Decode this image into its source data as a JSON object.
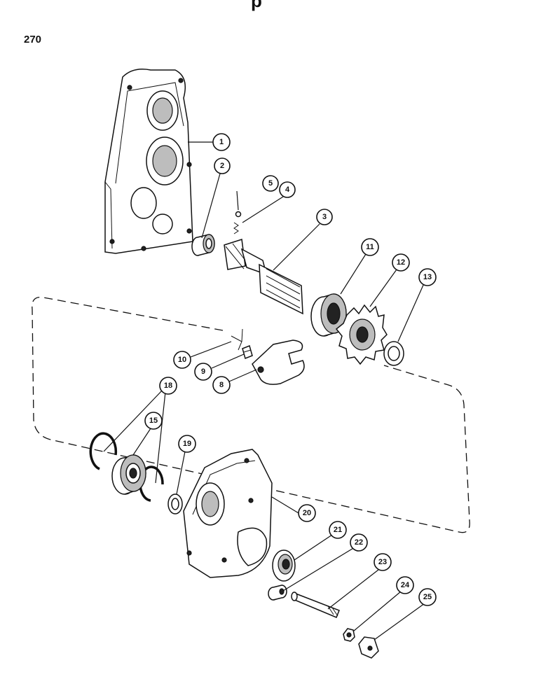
{
  "page": {
    "number": "270",
    "header_fragment": "p"
  },
  "callouts": [
    {
      "id": "1",
      "label": "1"
    },
    {
      "id": "2",
      "label": "2"
    },
    {
      "id": "3",
      "label": "3"
    },
    {
      "id": "4",
      "label": "4"
    },
    {
      "id": "5",
      "label": "5"
    },
    {
      "id": "8",
      "label": "8"
    },
    {
      "id": "9",
      "label": "9"
    },
    {
      "id": "10",
      "label": "10"
    },
    {
      "id": "11",
      "label": "11"
    },
    {
      "id": "12",
      "label": "12"
    },
    {
      "id": "13",
      "label": "13"
    },
    {
      "id": "15",
      "label": "15"
    },
    {
      "id": "18",
      "label": "18"
    },
    {
      "id": "19",
      "label": "19"
    },
    {
      "id": "20",
      "label": "20"
    },
    {
      "id": "21",
      "label": "21"
    },
    {
      "id": "22",
      "label": "22"
    },
    {
      "id": "23",
      "label": "23"
    },
    {
      "id": "24",
      "label": "24"
    },
    {
      "id": "25",
      "label": "25"
    }
  ],
  "colors": {
    "line": "#111111",
    "background": "#ffffff",
    "shade": "#bdbdbd"
  }
}
